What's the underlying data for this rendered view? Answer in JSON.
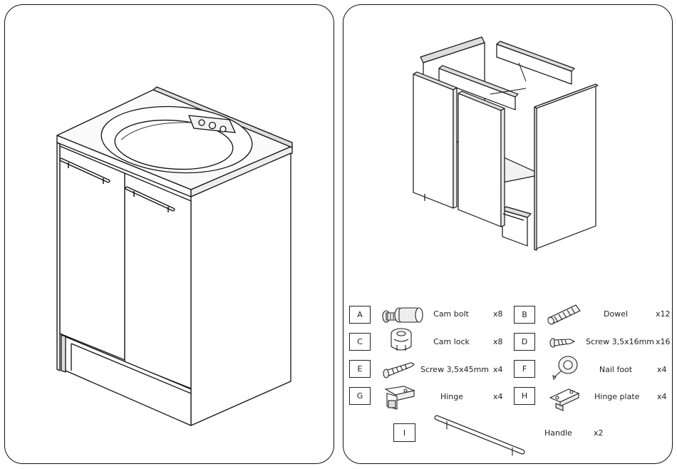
{
  "parts": [
    {
      "letter": "A",
      "name": "Cam bolt",
      "qty": "x8",
      "icon": "cam-bolt-icon"
    },
    {
      "letter": "B",
      "name": "Dowel",
      "qty": "x12",
      "icon": "dowel-icon"
    },
    {
      "letter": "C",
      "name": "Cam lock",
      "qty": "x8",
      "icon": "cam-lock-icon"
    },
    {
      "letter": "D",
      "name": "Screw 3,5x16mm",
      "qty": "x16",
      "icon": "short-screw-icon"
    },
    {
      "letter": "E",
      "name": "Screw 3,5x45mm",
      "qty": "x4",
      "icon": "long-screw-icon"
    },
    {
      "letter": "F",
      "name": "Nail foot",
      "qty": "x4",
      "icon": "nail-foot-icon"
    },
    {
      "letter": "G",
      "name": "Hinge",
      "qty": "x4",
      "icon": "hinge-icon"
    },
    {
      "letter": "H",
      "name": "Hinge plate",
      "qty": "x4",
      "icon": "hinge-plate-icon"
    },
    {
      "letter": "I",
      "name": "Handle",
      "qty": "x2",
      "icon": "handle-bar-icon"
    }
  ]
}
